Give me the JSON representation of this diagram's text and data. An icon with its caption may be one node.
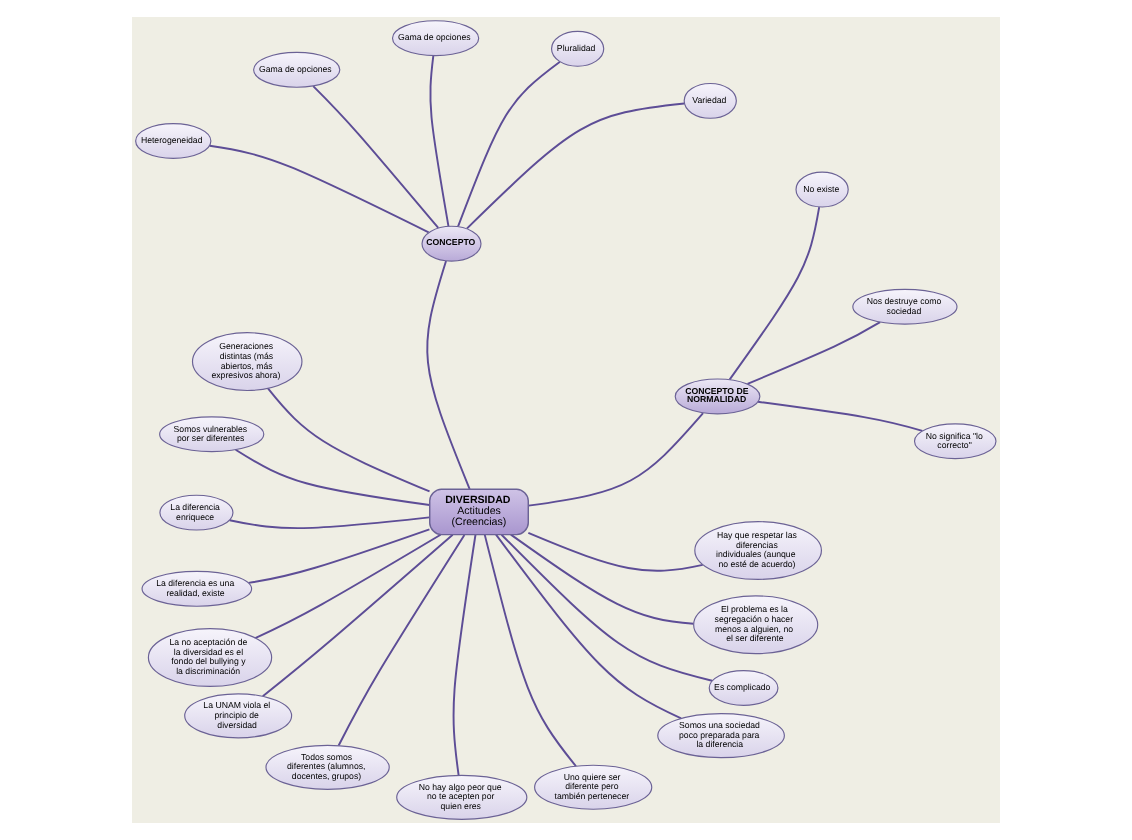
{
  "diagram": {
    "nodes": [
      {
        "text": [
          "Pluralidad"
        ]
      },
      {
        "text": [
          "Nos destruye como sociedad"
        ]
      },
      {
        "text": [
          "Gama de opciones"
        ]
      },
      {
        "text": [
          "Gama de opciones"
        ]
      },
      {
        "text": [
          "Variedad"
        ]
      },
      {
        "text": [
          "No existe"
        ]
      },
      {
        "text": [
          "Heterogeneidad"
        ]
      },
      {
        "text": [
          "CONCEPTO"
        ]
      },
      {
        "text": [
          "CONCEPTO DE NORMALIDAD"
        ]
      },
      {
        "text": [
          "No significa \"lo correcto\""
        ]
      },
      {
        "text": [
          "Generaciones distintas (más abiertos, más expresivos ahora)"
        ]
      },
      {
        "text": [
          "DIVERSIDAD",
          "Actitudes (Creencias)"
        ]
      },
      {
        "text": [
          "Hay que respetar las diferencias individuales (aunque no esté de acuerdo)"
        ]
      },
      {
        "text": [
          "Somos vulnerables por ser diferentes"
        ]
      },
      {
        "text": [
          "El problema es la segregación o hacer menos a alguien, no el ser diferente"
        ]
      },
      {
        "text": [
          "La diferencia enriquece"
        ]
      },
      {
        "text": [
          "Todos somos diferentes (alumnos, docentes, grupos)"
        ]
      },
      {
        "text": [
          "Es complicado"
        ]
      },
      {
        "text": [
          "La diferencia es una realidad, existe"
        ]
      },
      {
        "text": [
          "La UNAM viola el principio de diversidad"
        ]
      },
      {
        "text": [
          "Uno quiere ser diferente pero también pertenecer"
        ]
      },
      {
        "text": [
          "La no aceptación de la diversidad es el fondo del bullying y la discriminación"
        ]
      },
      {
        "text": [
          "No hay algo peor que no te acepten por quien eres"
        ]
      },
      {
        "text": [
          "Somos una sociedad poco preparada para la diferencia"
        ]
      }
    ],
    "edges": [
      {
        "from": 11,
        "to": 8,
        "arrow": "none"
      },
      {
        "from": 11,
        "to": 7,
        "arrow": "none"
      },
      {
        "from": 11,
        "to": 10,
        "arrow": "none"
      },
      {
        "from": 11,
        "to": 13,
        "arrow": "none"
      },
      {
        "from": 11,
        "to": 15,
        "arrow": "none"
      },
      {
        "from": 11,
        "to": 18,
        "arrow": "none"
      },
      {
        "from": 11,
        "to": 21,
        "arrow": "none"
      },
      {
        "from": 11,
        "to": 19,
        "arrow": "none"
      },
      {
        "from": 11,
        "to": 16,
        "arrow": "none"
      },
      {
        "from": 11,
        "to": 22,
        "arrow": "none"
      },
      {
        "from": 11,
        "to": 20,
        "arrow": "none"
      },
      {
        "from": 11,
        "to": 23,
        "arrow": "none"
      },
      {
        "from": 11,
        "to": 17,
        "arrow": "none"
      },
      {
        "from": 11,
        "to": 14,
        "arrow": "none"
      },
      {
        "from": 11,
        "to": 12,
        "arrow": "none"
      },
      {
        "from": 8,
        "to": 9,
        "arrow": "none"
      },
      {
        "from": 8,
        "to": 1,
        "arrow": "none"
      },
      {
        "from": 8,
        "to": 5,
        "arrow": "none"
      },
      {
        "from": 7,
        "to": 4,
        "arrow": "none"
      },
      {
        "from": 7,
        "to": 0,
        "arrow": "none"
      },
      {
        "from": 7,
        "to": 3,
        "arrow": "none"
      },
      {
        "from": 7,
        "to": 2,
        "arrow": "none"
      },
      {
        "from": 7,
        "to": 6,
        "arrow": "none"
      }
    ]
  }
}
